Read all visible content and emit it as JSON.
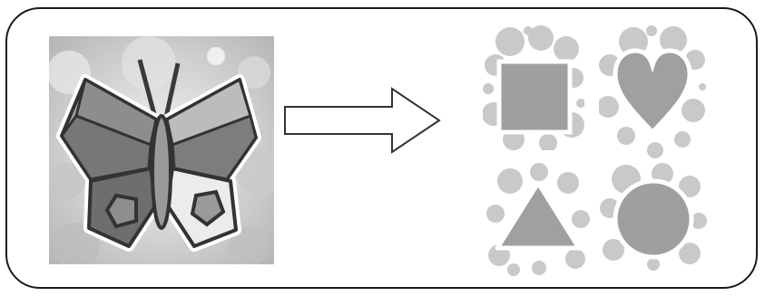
{
  "diagram": {
    "source_image": "butterfly-icon",
    "transition": "right-arrow",
    "results": [
      {
        "shape": "square"
      },
      {
        "shape": "heart"
      },
      {
        "shape": "triangle"
      },
      {
        "shape": "circle"
      }
    ]
  },
  "colors": {
    "frame": "#1a1a1a",
    "dark_wing": "#6f6f6f",
    "mid_wing": "#a9a9a9",
    "light_wing": "#ececec",
    "splash": "#c7c7c7",
    "shape_fill": "#9d9d9d"
  }
}
